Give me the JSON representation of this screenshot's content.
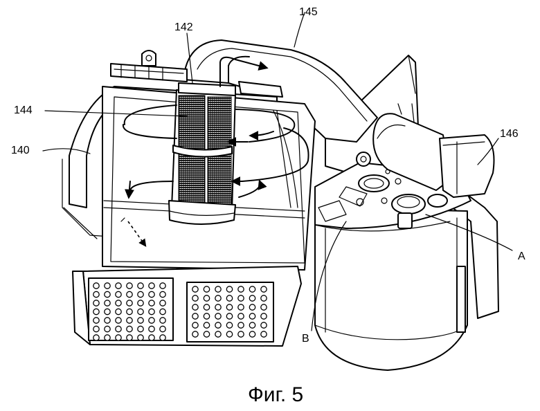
{
  "labels": {
    "l140": "140",
    "l142": "142",
    "l144": "144",
    "l145": "145",
    "l146": "146",
    "lA": "A",
    "lB": "B"
  },
  "caption": "Фиг. 5"
}
